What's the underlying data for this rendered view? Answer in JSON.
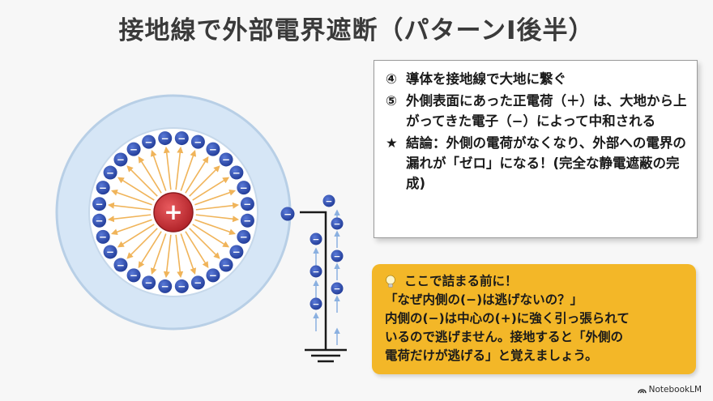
{
  "title": "接地線で外部電界遮断（パターンⅠ後半）",
  "diagram": {
    "center_charge": "+",
    "inner_charge": "−",
    "inner_charge_count": 28,
    "outer_charge": "−",
    "ground_electron_charge": "−",
    "ground_electron_count": 4,
    "colors": {
      "shell_outer": "#d6e6f6",
      "shell_border": "#b8cfe6",
      "core": "#ffffff",
      "positive_charge": "#c83238",
      "electron": "#2f4fb5",
      "field_arrow": "#f0b45a",
      "electron_arrow": "#8ab0e0",
      "wire": "#1a1a1a"
    }
  },
  "info_box": {
    "step4_mark": "④",
    "step4_text": "導体を接地線で大地に繋ぐ",
    "step5_mark": "⑤",
    "step5_text": "外側表面にあった正電荷（＋）は、大地から上がってきた電子（−）によって中和される",
    "conclusion_mark": "★",
    "conclusion_text": "結論：外側の電荷がなくなり、外部への電界の漏れが「ゼロ」になる！(完全な静電遮蔽の完成)"
  },
  "note": {
    "icon": "lightbulb-icon",
    "heading": "ここで詰まる前に！",
    "line1": "「なぜ内側の(−)は逃げないの？」",
    "line2": "内側の(−)は中心の(+)に強く引っ張られて",
    "line3": "いるので逃げません。接地すると「外側の",
    "line4": "電荷だけが逃げる」と覚えましょう。",
    "background": "#f3b728"
  },
  "brand": {
    "label": "NotebookLM"
  }
}
